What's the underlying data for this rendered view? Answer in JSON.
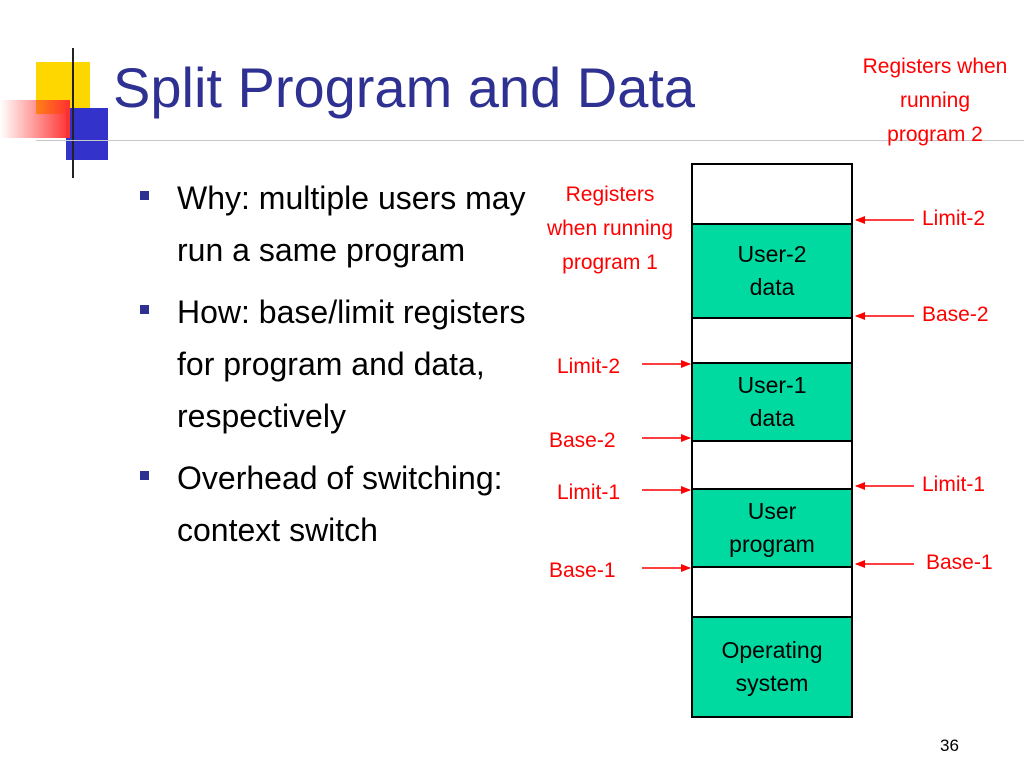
{
  "slide": {
    "title": "Split Program and Data",
    "page_number": "36"
  },
  "bullets": [
    {
      "text": "Why: multiple users may run a same program"
    },
    {
      "text": "How: base/limit registers for program and data, respectively"
    },
    {
      "text": "Overhead of switching: context switch"
    }
  ],
  "memory_blocks": [
    {
      "label": ""
    },
    {
      "label": "User-2 data"
    },
    {
      "label": ""
    },
    {
      "label": "User-1 data"
    },
    {
      "label": ""
    },
    {
      "label": "User program"
    },
    {
      "label": ""
    },
    {
      "label": "Operating system"
    }
  ],
  "registers_program1": {
    "heading": "Registers when running program 1",
    "limit2": "Limit-2",
    "base2": "Base-2",
    "limit1": "Limit-1",
    "base1": "Base-1"
  },
  "registers_program2": {
    "heading": "Registers when running program 2",
    "limit2": "Limit-2",
    "base2": "Base-2",
    "limit1": "Limit-1",
    "base1": "Base-1"
  },
  "colors": {
    "title": "#2e3192",
    "block_fill": "#00d9a0",
    "annotation": "#ff0000"
  }
}
